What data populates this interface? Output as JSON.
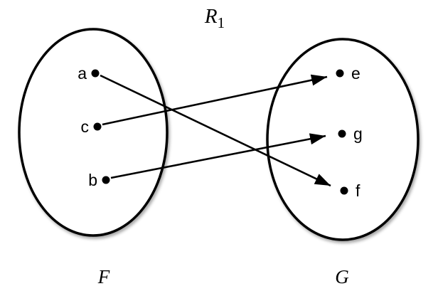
{
  "diagram": {
    "title": {
      "base": "R",
      "subscript": "1"
    },
    "left_set": {
      "label": "F",
      "elements": [
        "a",
        "c",
        "b"
      ]
    },
    "right_set": {
      "label": "G",
      "elements": [
        "e",
        "g",
        "f"
      ]
    },
    "relation": {
      "name": "R1",
      "pairs": [
        {
          "from": "a",
          "to": "f"
        },
        {
          "from": "c",
          "to": "e"
        },
        {
          "from": "b",
          "to": "g"
        }
      ]
    },
    "colors": {
      "ink": "#000000",
      "background": "#ffffff"
    }
  }
}
